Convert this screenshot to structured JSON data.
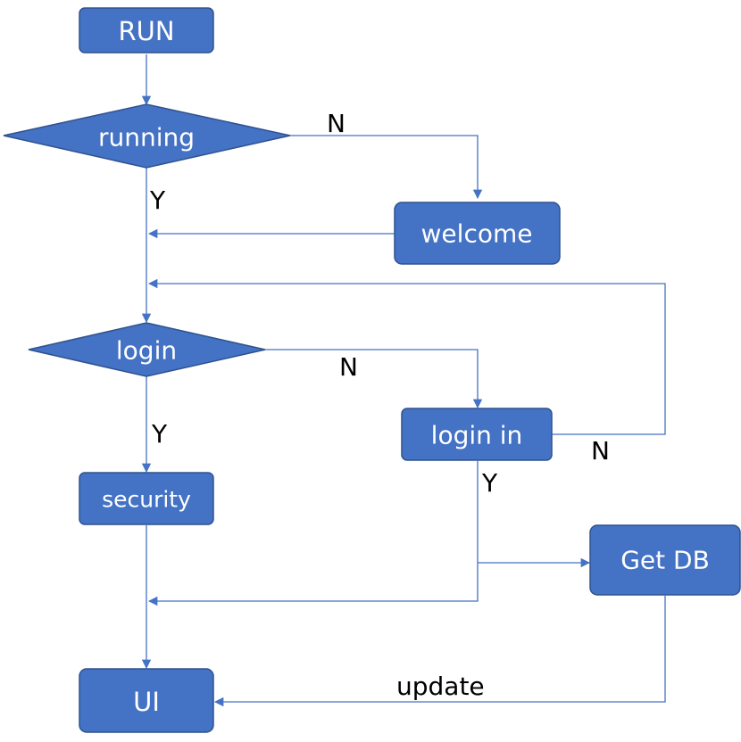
{
  "colors": {
    "node_fill": "#4472C4",
    "node_stroke": "#2F528F",
    "edge": "#4472C4",
    "text_on_node": "#FFFFFF",
    "label": "#000000"
  },
  "nodes": {
    "run": "RUN",
    "running": "running",
    "welcome": "welcome",
    "login": "login",
    "login_in": "login in",
    "security": "security",
    "get_db": "Get DB",
    "ui": "UI"
  },
  "edge_labels": {
    "running_no": "N",
    "running_yes": "Y",
    "login_no": "N",
    "login_yes": "Y",
    "login_in_no": "N",
    "login_in_yes": "Y",
    "update": "update"
  }
}
